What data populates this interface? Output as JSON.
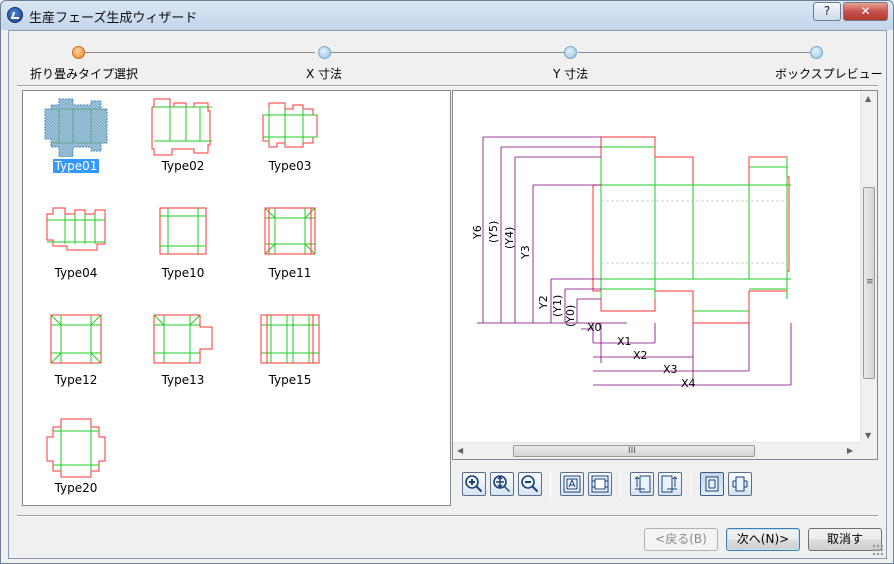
{
  "window": {
    "title": "生産フェーズ生成ウィザード",
    "help_label": "?",
    "close_label": "✕"
  },
  "steps": [
    {
      "label": "折り畳みタイプ選択",
      "active": true
    },
    {
      "label": "X 寸法",
      "active": false
    },
    {
      "label": "Y 寸法",
      "active": false
    },
    {
      "label": "ボックスプレビュー",
      "active": false
    }
  ],
  "types": [
    {
      "label": "Type01",
      "selected": true
    },
    {
      "label": "Type02",
      "selected": false
    },
    {
      "label": "Type03",
      "selected": false
    },
    {
      "label": "Type04",
      "selected": false
    },
    {
      "label": "Type10",
      "selected": false
    },
    {
      "label": "Type11",
      "selected": false
    },
    {
      "label": "Type12",
      "selected": false
    },
    {
      "label": "Type13",
      "selected": false
    },
    {
      "label": "Type15",
      "selected": false
    },
    {
      "label": "Type20",
      "selected": false
    }
  ],
  "preview": {
    "x_dims": [
      "X0",
      "X1",
      "X2",
      "X3",
      "X4"
    ],
    "y_dims": [
      "Y6",
      "(Y5)",
      "(Y4)",
      "Y3",
      "Y2",
      "(Y1)",
      "(Y0)"
    ],
    "hscroll_grip": "III",
    "vscroll_grip": "≡",
    "colors": {
      "cut": "#ff3030",
      "fold": "#22cc22",
      "dimension": "#800080"
    }
  },
  "toolbar": {
    "icons": [
      "zoom-in-icon",
      "zoom-fit-icon",
      "zoom-out-icon",
      "fit-page-icon",
      "fit-window-icon",
      "rotate-left-icon",
      "rotate-right-icon",
      "front-view-icon",
      "side-view-icon"
    ]
  },
  "buttons": {
    "back": "<戻る(B)",
    "next": "次へ(N)>",
    "cancel": "取消す"
  }
}
